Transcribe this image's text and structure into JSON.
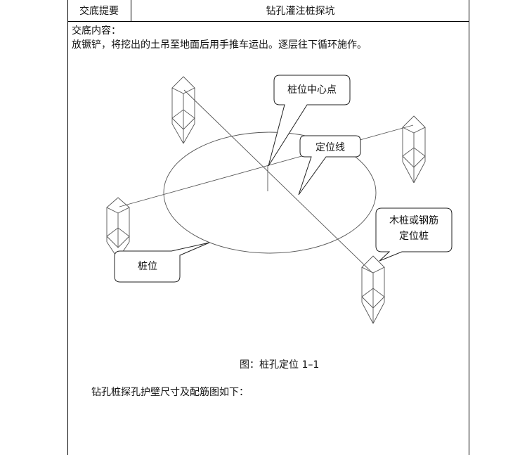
{
  "header": {
    "label": "交底提要",
    "title": "钻孔灌注桩探坑"
  },
  "content": {
    "heading": "交底内容：",
    "line1": "放镢铲，将挖出的土吊至地面后用手推车运出。逐层往下循环施作。",
    "caption": "图：桩孔定位 1–1",
    "subtitle": "钻孔桩探孔护壁尺寸及配筋图如下："
  },
  "diagram": {
    "callout_center": "桩位中心点",
    "callout_line": "定位线",
    "callout_stake_1": "木桩或钢筋",
    "callout_stake_2": "定位桩",
    "callout_pile": "桩位"
  }
}
